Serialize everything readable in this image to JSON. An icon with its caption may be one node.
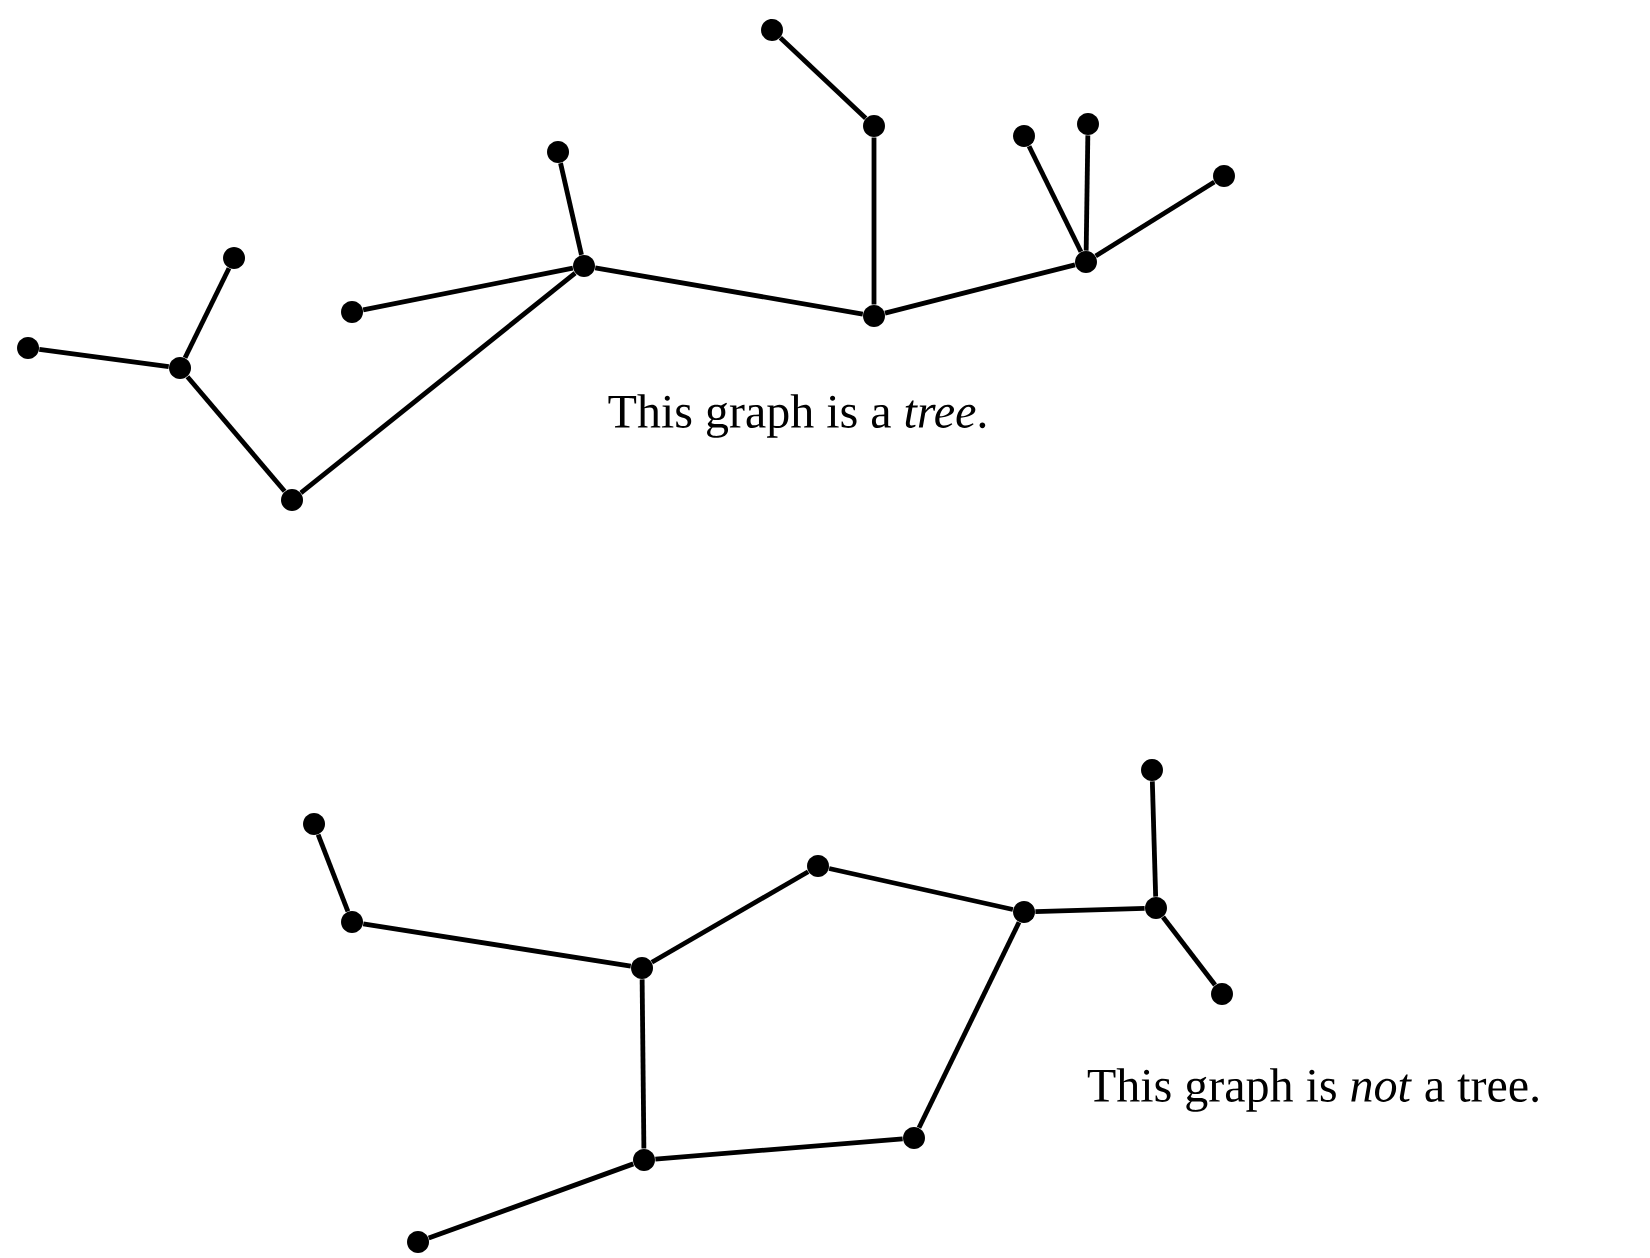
{
  "diagram": {
    "nodes": [
      {
        "text": [],
        "shape": "circle"
      },
      {
        "text": [],
        "shape": "circle"
      },
      {
        "text": [],
        "shape": "circle"
      },
      {
        "text": [],
        "shape": "circle"
      },
      {
        "text": [],
        "shape": "circle"
      },
      {
        "text": [],
        "shape": "circle"
      },
      {
        "text": [],
        "shape": "circle"
      },
      {
        "text": [],
        "shape": "circle"
      },
      {
        "text": [],
        "shape": "circle"
      },
      {
        "text": [],
        "shape": "circle"
      },
      {
        "text": [],
        "shape": "circle"
      },
      {
        "text": [],
        "shape": "circle"
      },
      {
        "text": [],
        "shape": "circle"
      },
      {
        "text": [],
        "shape": "circle"
      },
      {
        "text": [],
        "shape": "circle"
      },
      {
        "text": [],
        "shape": "circle"
      },
      {
        "text": [],
        "shape": "circle"
      },
      {
        "text": [],
        "shape": "circle"
      },
      {
        "text": [],
        "shape": "circle"
      },
      {
        "text": [],
        "shape": "circle"
      },
      {
        "text": [],
        "shape": "circle"
      },
      {
        "text": [],
        "shape": "circle"
      },
      {
        "text": [],
        "shape": "circle"
      },
      {
        "text": [],
        "shape": "circle"
      },
      {
        "text": [],
        "shape": "circle"
      }
    ],
    "edges": [
      {
        "from": 0,
        "to": 1,
        "arrow": "none"
      },
      {
        "from": 1,
        "to": 2,
        "arrow": "none"
      },
      {
        "from": 1,
        "to": 3,
        "arrow": "none"
      },
      {
        "from": 3,
        "to": 6,
        "arrow": "none"
      },
      {
        "from": 4,
        "to": 6,
        "arrow": "none"
      },
      {
        "from": 5,
        "to": 6,
        "arrow": "none"
      },
      {
        "from": 6,
        "to": 9,
        "arrow": "none"
      },
      {
        "from": 7,
        "to": 8,
        "arrow": "none"
      },
      {
        "from": 8,
        "to": 9,
        "arrow": "none"
      },
      {
        "from": 9,
        "to": 12,
        "arrow": "none"
      },
      {
        "from": 10,
        "to": 12,
        "arrow": "none"
      },
      {
        "from": 11,
        "to": 12,
        "arrow": "none"
      },
      {
        "from": 12,
        "to": 13,
        "arrow": "none"
      },
      {
        "from": 14,
        "to": 15,
        "arrow": "none"
      },
      {
        "from": 15,
        "to": 17,
        "arrow": "none"
      },
      {
        "from": 17,
        "to": 16,
        "arrow": "none"
      },
      {
        "from": 16,
        "to": 18,
        "arrow": "none"
      },
      {
        "from": 18,
        "to": 20,
        "arrow": "none"
      },
      {
        "from": 19,
        "to": 20,
        "arrow": "none"
      },
      {
        "from": 20,
        "to": 21,
        "arrow": "none"
      },
      {
        "from": 17,
        "to": 22,
        "arrow": "none"
      },
      {
        "from": 22,
        "to": 23,
        "arrow": "none"
      },
      {
        "from": 23,
        "to": 18,
        "arrow": "none"
      },
      {
        "from": 22,
        "to": 24,
        "arrow": "none"
      }
    ],
    "labels": [
      "This graph is a *tree*.",
      "This graph is *not* a tree."
    ]
  }
}
